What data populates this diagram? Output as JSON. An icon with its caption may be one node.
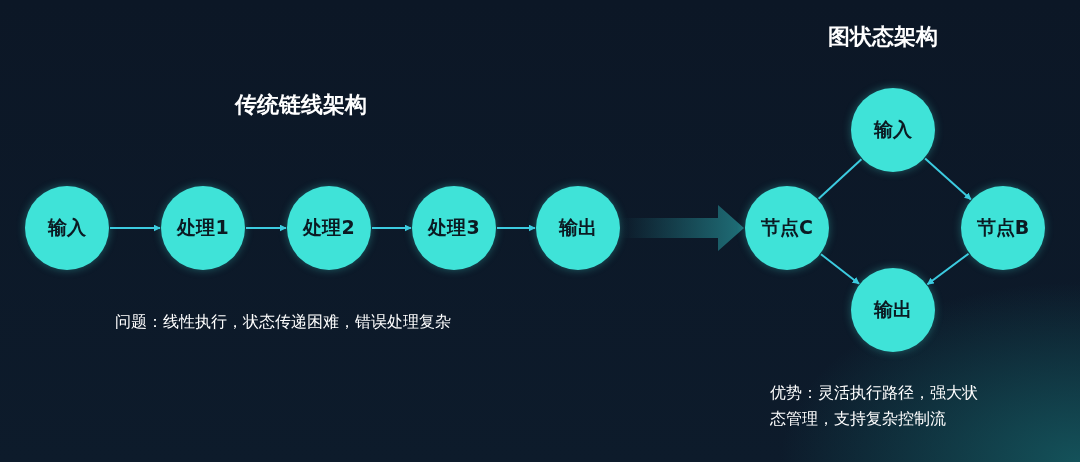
{
  "diagram": {
    "nodes": [
      {
        "text": [
          "输入"
        ]
      },
      {
        "text": [
          "处理1"
        ]
      },
      {
        "text": [
          "处理2"
        ]
      },
      {
        "text": [
          "处理3"
        ]
      },
      {
        "text": [
          "输出"
        ]
      },
      {
        "text": [
          "输入"
        ]
      },
      {
        "text": [
          "节点C"
        ]
      },
      {
        "text": [
          "节点B"
        ]
      },
      {
        "text": [
          "输出"
        ]
      }
    ],
    "edges": [
      {
        "from": 0,
        "to": 1,
        "arrow": "to"
      },
      {
        "from": 1,
        "to": 2,
        "arrow": "to"
      },
      {
        "from": 2,
        "to": 3,
        "arrow": "to"
      },
      {
        "from": 3,
        "to": 4,
        "arrow": "to"
      },
      {
        "from": 4,
        "to": 6,
        "arrow": "to",
        "style": "thick",
        "color": "#1f6f78"
      },
      {
        "from": 5,
        "to": 6,
        "arrow": "none"
      },
      {
        "from": 5,
        "to": 7,
        "arrow": "to"
      },
      {
        "from": 6,
        "to": 8,
        "arrow": "to"
      },
      {
        "from": 7,
        "to": 8,
        "arrow": "to"
      }
    ],
    "labels": [
      "图状态架构",
      "传统链线架构",
      "问题：线性执行，状态传递困难，错误处理复杂",
      "优势：灵活执行路径，强大状态管理，支持复杂控制流"
    ]
  }
}
